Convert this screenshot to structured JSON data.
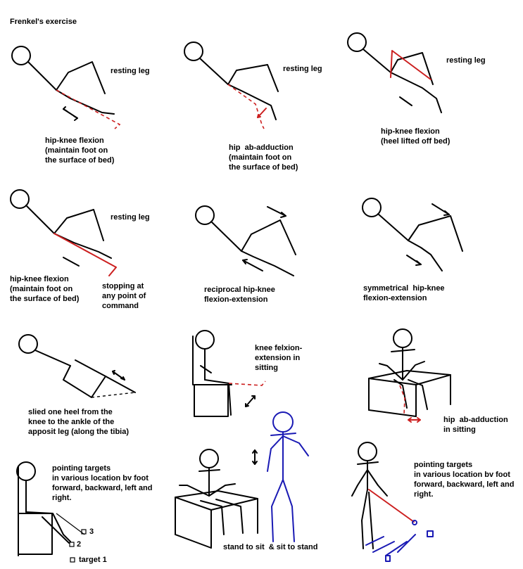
{
  "title": "Frenkel's exercise",
  "panels": {
    "p1": {
      "resting": "resting leg",
      "caption": "hip-knee flexion\n(maintain foot on\nthe surface of bed)"
    },
    "p2": {
      "resting": "resting leg",
      "caption": "hip  ab-adduction\n(maintain foot on\nthe surface of bed)"
    },
    "p3": {
      "resting": "resting leg",
      "caption": "hip-knee flexion\n(heel lifted off bed)"
    },
    "p4": {
      "resting": "resting leg",
      "caption": "hip-knee flexion\n(maintain foot on\nthe surface of bed)",
      "note": "stopping at\nany point of\ncommand"
    },
    "p5": {
      "caption": "reciprocal hip-knee\nflexion-extension"
    },
    "p6": {
      "caption": "symmetrical  hip-knee\nflexion-extension"
    },
    "p7": {
      "caption": "slied one heel from the\nknee to the ankle of the\napposit leg (along the tibia)"
    },
    "p8": {
      "caption": "knee felxion-\nextension in\nsitting"
    },
    "p9": {
      "caption": "hip  ab-adduction\nin sitting"
    },
    "p10": {
      "caption": "pointing targets\nin various location bv foot\nforward, backward, left and\nright.",
      "target3": "3",
      "target2": "2",
      "target1": "target 1"
    },
    "p11": {
      "caption": "stand to sit  & sit to stand"
    },
    "p12": {
      "caption": "pointing targets\nin various location bv foot\nforward, backward, left and\nright."
    }
  },
  "colors": {
    "ink": "#000000",
    "red": "#cc1f1f",
    "blue": "#1a1ab4",
    "background": "#ffffff"
  }
}
